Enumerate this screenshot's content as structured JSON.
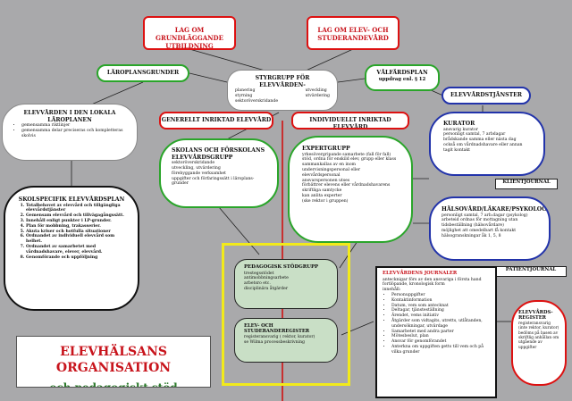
{
  "law_school": "LAG OM GRUNDLÄGGANDE UTBILDNING",
  "law_student": "LAG OM ELEV- OCH STUDERANDEVÅRD",
  "curriculum": "LÄROPLANSGRUNDER",
  "steering": {
    "title": "STYRGRUPP FÖR ELEVVÅRDEN-",
    "col1": [
      "planering",
      "styrning",
      "sektoröverskridande"
    ],
    "col2": [
      "utveckling",
      "utvärdering"
    ]
  },
  "welfare_plan": {
    "title": "VÅLFÄRDSPLAN",
    "sub": "uppdrag enl. § 12"
  },
  "local_curriculum": {
    "title": "ELEVVÅRDEN I DEN LOKALA LÄROPLANEN",
    "items": [
      "gemensamma riktlinjer",
      "gemensamma delar preciseras och kompletteras skolvis"
    ]
  },
  "general_header": "GENERELLT INRIKTAD ELEVVÅRD",
  "individual_header": "INDIVIDUELLT INRIKTAD ELEVVÅRD",
  "school_group": {
    "title": "SKOLANS OCH FÖRSKOLANS ELEVVÅRDSGRUPP",
    "items": [
      "sektoröverskridande",
      "utveckling, utvärdering",
      "förebyggande verksamhet",
      "uppgifter och förfaringssätt i läroplans-grunder"
    ]
  },
  "expert_group": {
    "title": "EXPERTGRUPP",
    "items": [
      "yrkesövergripande samarbete (fall för fall)",
      "stöd, ordna för enskild elev, grupp eller klass",
      "sammankallas av en inom undervisningspersonal eller elevvårdspersonal",
      "ansvarspersonen utses",
      "förbättrer elevens eller vårdnadshavarens skriftliga samtycke",
      "kan anlita experter",
      "(ske rektor i gruppen)"
    ]
  },
  "services": "ELEVVÅRDSTJÄNSTER",
  "curator": {
    "title": "KURATOR",
    "items": [
      "ansvarig kurator",
      "personligt samtal, 7 arbdagar",
      "brådskande samma eller nästa dag",
      "också om vårdnadshavare eller annan tagit kontakt"
    ]
  },
  "client_journal": "KLIENTJOURNAL",
  "health": {
    "title": "HÄLSOVÅRD/LÄKARE/PSYKOLOG",
    "items": [
      "personligt samtal, 7 arb.dagar (psykolog)",
      "arbeteid ordnas för mottagning utan tidsbeställning (hälsovårdare)",
      "möjlighet att omedelbart få kontakt hälsogranskningar åk 1, 5, 8"
    ]
  },
  "patient_journal": "PATIENTJOURNAL",
  "school_specific": {
    "title": "SKOLSPECIFIK ELEVVÅRDSPLAN",
    "items": [
      "Totalbehovet av elevvård och tillgängliga elevvårdstjänster",
      "Gemensam elevvård och tillvägagångssätt.",
      "Innehåll enligt punkter i LP-grunder.",
      "Plan för mobbning, trakasserier.",
      "Akuta kriser och hotfulla situationer",
      "Ordnandet av individuell elevvård som helhet.",
      "Ordnandet av samarbetet med vårdnadshavare, elever, elevvård.",
      "Genomförande och uppföljning"
    ]
  },
  "pedagogic": {
    "title": "PEDAGOGISK STÖDGRUPP",
    "items": [
      "trestegsstödet",
      "antimobbningsarbete",
      "arbetsro etc.",
      "disciplinära åtgärder"
    ]
  },
  "register": {
    "title": "ELEV- OCH STUDERANDEREGISTER",
    "items": [
      "registeransvarig ( rektor, kurator)",
      "se Wilma processbeskrivning"
    ]
  },
  "journals": {
    "title": "ELEVVÅRDENS JOURNALER",
    "intro": [
      "antecknigar förs av den ansvariga i första hand",
      "fortlöpande, kronologisk form",
      "innehåll:"
    ],
    "items": [
      "Personuppgifter",
      "Kontaktinformation",
      "Datum, vem som antecknat",
      "Deltagar, tjänsteställning",
      "Ärendet, vems initiativ",
      "Åtgärder som vidtagits, utretts, utlåtanden, undersökningar, utvärdage",
      "Samarbetet med andra parter",
      "Mötesbeslut, plan",
      "Ansvar för genomförandet",
      "Anterkna om uppgiften getts till vem och på vilka grunder"
    ]
  },
  "welfare_register": {
    "title": "ELEVVÅRDS-REGISTER",
    "items": [
      "registeransvarig (inte rektor, kurator)",
      "bedöms på basen av skriftlig anhållan om utgående av uppgifter"
    ]
  },
  "org_title": "ELEVHÄLSANS ORGANISATION",
  "org_subtitle": "och pedagogiskt stöd",
  "colors": {
    "red": "#d11111",
    "green": "#2aa52a",
    "blue": "#2233aa",
    "yellow": "#f2ea1a",
    "bg": "#a9a9ab"
  }
}
